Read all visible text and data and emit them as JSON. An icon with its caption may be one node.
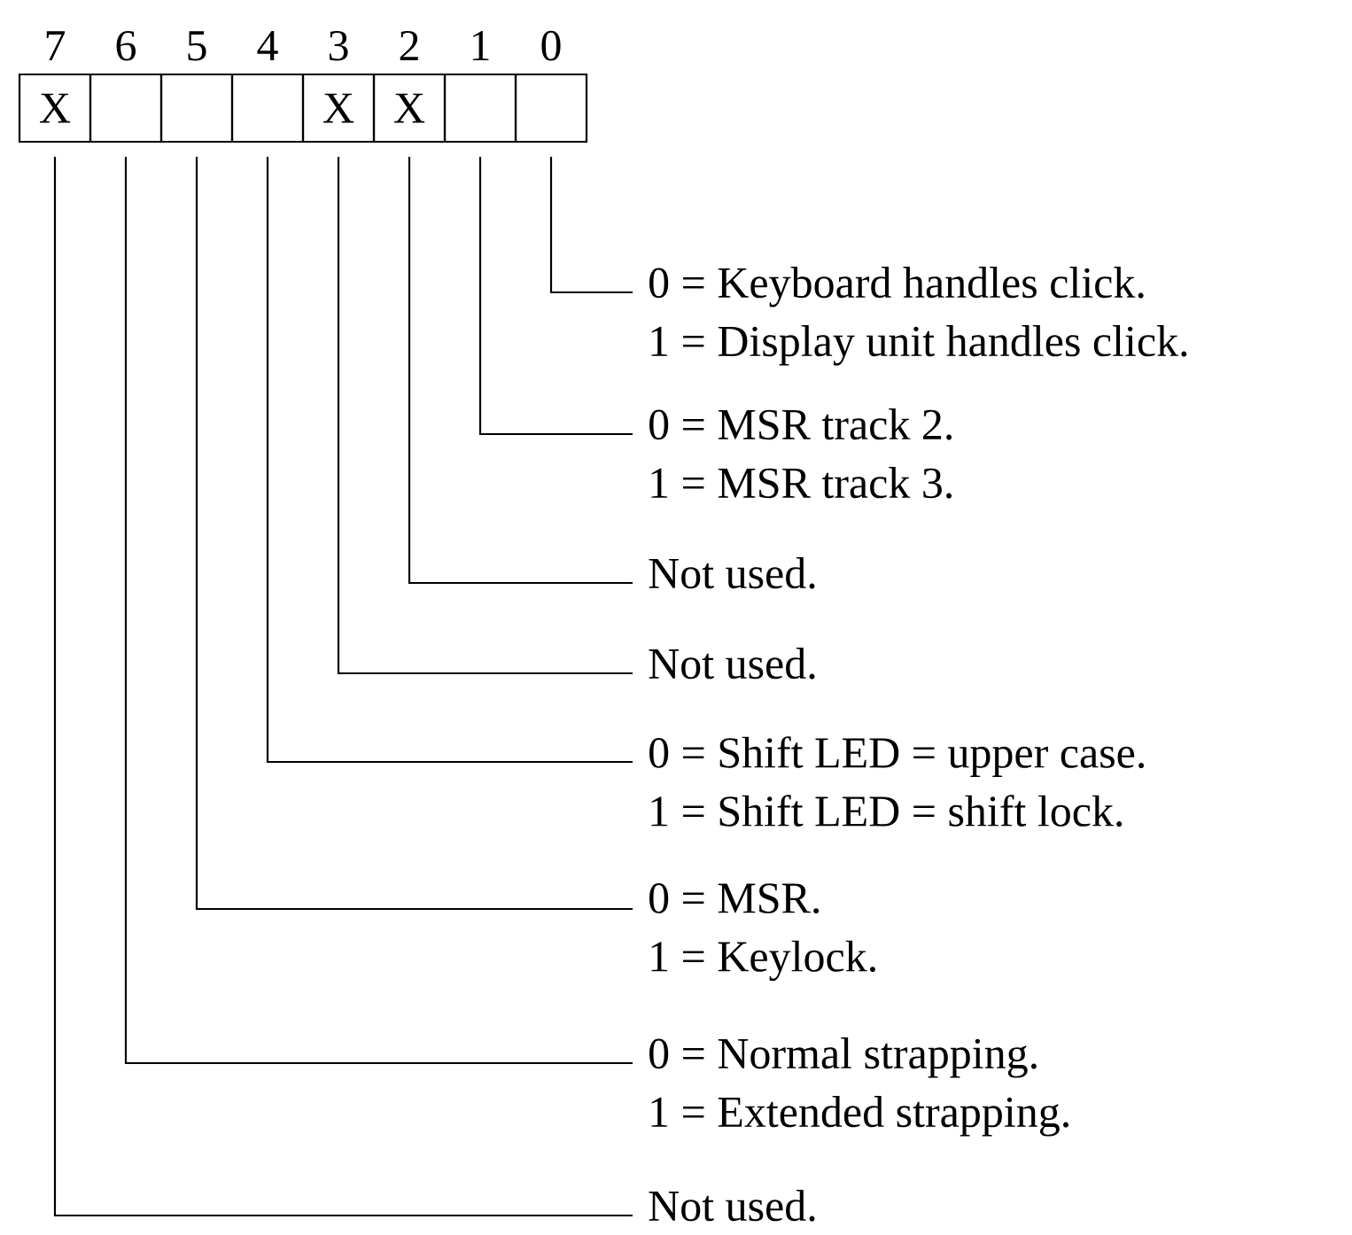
{
  "diagram": {
    "nodes": [
      {
        "text": [
          "X"
        ],
        "beside": [
          "7"
        ]
      },
      {
        "text": [],
        "shape": "box",
        "beside": [
          "6"
        ]
      },
      {
        "text": [],
        "shape": "box",
        "beside": [
          "5"
        ]
      },
      {
        "text": [],
        "shape": "box",
        "beside": [
          "4"
        ]
      },
      {
        "text": [
          "X"
        ],
        "beside": [
          "3"
        ]
      },
      {
        "text": [
          "X"
        ],
        "beside": [
          "2"
        ]
      },
      {
        "text": [],
        "shape": "box",
        "beside": [
          "1"
        ]
      },
      {
        "text": [],
        "shape": "box",
        "beside": [
          "0"
        ]
      },
      {
        "text": [
          "0 = Keyboard handles click.",
          "1 = Display unit handles click."
        ]
      },
      {
        "text": [
          "0 = MSR track 2.",
          "1 = MSR track 3."
        ]
      },
      {
        "text": [
          "Not used."
        ]
      },
      {
        "text": [
          "Not used."
        ]
      },
      {
        "text": [
          "0 = Shift LED = upper case.",
          "1 = Shift LED = shift lock."
        ]
      },
      {
        "text": [
          "0 = MSR.",
          "1 = Keylock."
        ]
      },
      {
        "text": [
          "0 = Normal strapping.",
          "1 = Extended strapping."
        ]
      },
      {
        "text": [
          "Not used."
        ]
      }
    ],
    "edges": [
      {
        "from": 7,
        "to": 8,
        "arrow": "none"
      },
      {
        "from": 6,
        "to": 9,
        "arrow": "none"
      },
      {
        "from": 5,
        "to": 10,
        "arrow": "none"
      },
      {
        "from": 4,
        "to": 11,
        "arrow": "none"
      },
      {
        "from": 3,
        "to": 12,
        "arrow": "none"
      },
      {
        "from": 2,
        "to": 13,
        "arrow": "none"
      },
      {
        "from": 1,
        "to": 14,
        "arrow": "none"
      },
      {
        "from": 0,
        "to": 15,
        "arrow": "none"
      }
    ]
  }
}
